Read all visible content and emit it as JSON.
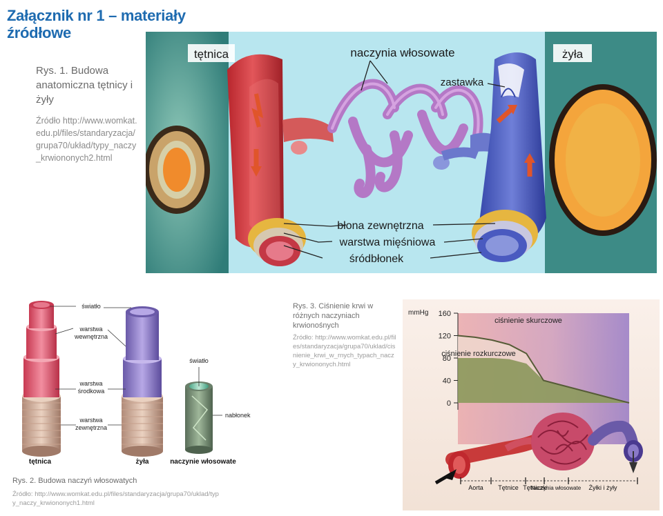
{
  "heading": "Załącznik nr 1 – materiały źródłowe",
  "fig1": {
    "caption": "Rys. 1. Budowa anatomiczna tętnicy i żyły",
    "source": "Źródło http://www.womkat.edu.pl/files/standaryzacja/grupa70/układ/typy_naczy_krwiononych2.html",
    "labels": {
      "artery": "tętnica",
      "vein": "żyła",
      "capillaries": "naczynia włosowate",
      "valve": "zastawka",
      "outer_layer": "błona zewnętrzna",
      "muscle_layer": "warstwa mięśniowa",
      "endothelium": "śródbłonek"
    }
  },
  "fig2": {
    "caption": "Rys. 2. Budowa naczyń włosowatych",
    "source": "Źródło: http://www.womkat.edu.pl/files/standaryzacja/grupa70/uklad/typy_naczy_krwiononych1.html",
    "labels": {
      "lumen_top": "światło",
      "inner_1": "warstwa",
      "inner_2": "wewnętrzna",
      "middle_1": "warstwa",
      "middle_2": "środkowa",
      "outer_1": "warstwa",
      "outer_2": "zewnętrzna",
      "lumen_cap": "światło",
      "epithelium": "nabłonek",
      "artery": "tętnica",
      "vein": "żyła",
      "capillary": "naczynie włosowate"
    }
  },
  "fig3": {
    "caption": "Rys. 3. Ciśnienie krwi w różnych naczyniach krwionośnych",
    "source": "Źródło: http://www.womkat.edu.pl/files/standaryzacja/grupa70/uklad/cisnienie_krwi_w_rnych_typach_naczy_krwiononych.html",
    "chart_data": {
      "type": "area",
      "ylabel": "mmHg",
      "ylim": [
        0,
        160
      ],
      "yticks": [
        0,
        40,
        80,
        120,
        160
      ],
      "categories": [
        "Aorta",
        "Tętnice",
        "Tętniczki",
        "Naczynia włosowate",
        "Żyłki i żyły"
      ],
      "annotations": [
        "ciśnienie skurczowe",
        "ciśnienie rozkurczowe"
      ],
      "series": [
        {
          "name": "ciśnienie skurczowe",
          "x": [
            0,
            1,
            2,
            3,
            4,
            5,
            6,
            7,
            8,
            9,
            10
          ],
          "values": [
            120,
            117,
            112,
            104,
            88,
            40,
            32,
            24,
            16,
            8,
            0
          ]
        },
        {
          "name": "ciśnienie rozkurczowe",
          "x": [
            0,
            1,
            2,
            3,
            4,
            5,
            6,
            7,
            8,
            9,
            10
          ],
          "values": [
            80,
            80,
            80,
            78,
            70,
            40,
            32,
            24,
            16,
            8,
            0
          ]
        }
      ]
    }
  }
}
